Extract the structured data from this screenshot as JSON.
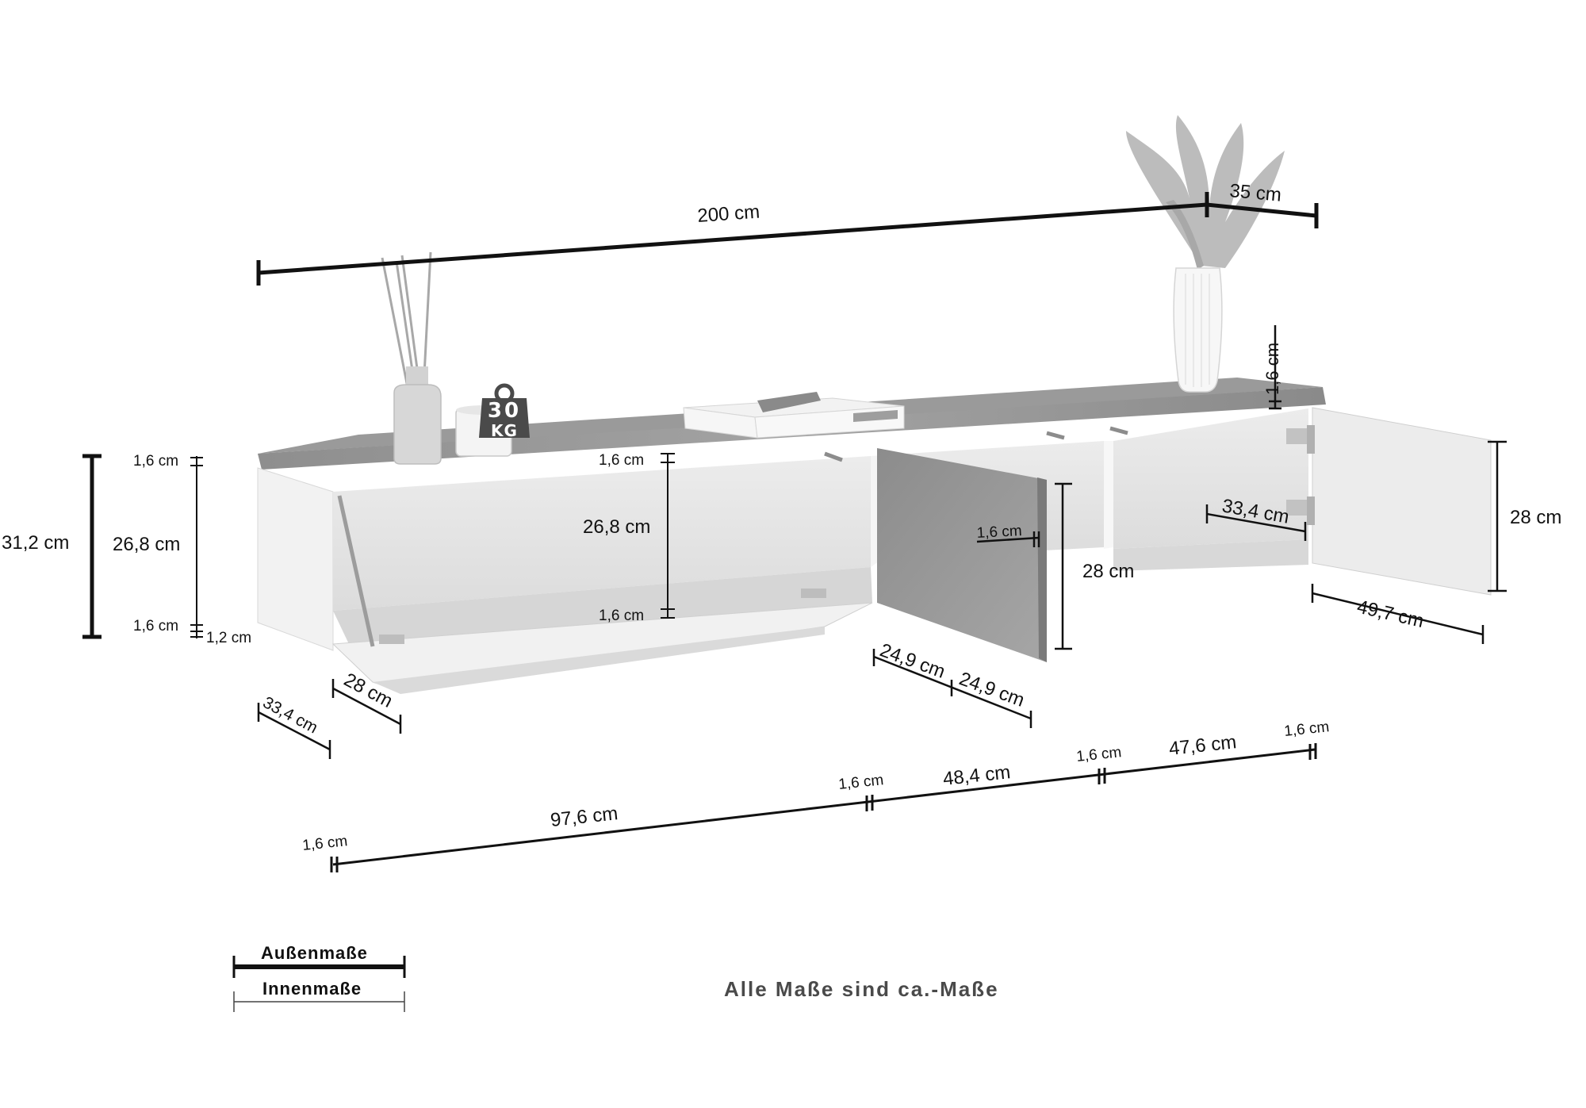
{
  "product": "Wall-mounted TV lowboard, 3 compartments (flap + 2 doors), oak-look top",
  "colors": {
    "line": "#111111",
    "wood": "#9a9a9a",
    "wood_dark": "#7d7d7d",
    "carcass": "#efefef",
    "carcass_inner": "#e2e2e2",
    "badge": "#4a4a4a",
    "decor": "#b5b5b5",
    "note": "#4a4a4a"
  },
  "dimensions": {
    "overall_width": "200 cm",
    "overall_depth": "35 cm",
    "overall_height": "31,2 cm",
    "left_inner_height": "26,8 cm",
    "left_top_thickness": "1,6 cm",
    "left_bottom_thickness": "1,6 cm",
    "left_plinth": "1,2 cm",
    "center_top_thickness": "1,6 cm",
    "center_inner_height": "26,8 cm",
    "center_bottom_thickness": "1,6 cm",
    "flap_depth": "28 cm",
    "side_depth": "33,4 cm",
    "middle_door_thickness": "1,6 cm",
    "middle_door_height": "28 cm",
    "middle_door_width_a": "24,9 cm",
    "middle_door_width_b": "24,9 cm",
    "right_top_thickness": "1,6 cm",
    "right_inner_depth": "33,4 cm",
    "right_door_height": "28 cm",
    "right_door_width": "49,7 cm"
  },
  "bottom_chain": {
    "segments": [
      {
        "label": "1,6 cm",
        "kind": "wall"
      },
      {
        "label": "97,6 cm",
        "kind": "compartment"
      },
      {
        "label": "1,6 cm",
        "kind": "wall"
      },
      {
        "label": "48,4 cm",
        "kind": "compartment"
      },
      {
        "label": "1,6 cm",
        "kind": "wall"
      },
      {
        "label": "47,6 cm",
        "kind": "compartment"
      },
      {
        "label": "1,6 cm",
        "kind": "wall"
      }
    ]
  },
  "load_badge": {
    "value": "30",
    "unit": "KG",
    "icon": "weight-icon"
  },
  "legend": {
    "outer_label": "Außenmaße",
    "inner_label": "Innenmaße"
  },
  "note": "Alle Maße sind ca.-Maße",
  "decor_icons": [
    "reed-diffuser-icon",
    "candle-icon",
    "dvd-player-icon",
    "remote-icon",
    "vase-icon",
    "pampas-grass-icon"
  ]
}
